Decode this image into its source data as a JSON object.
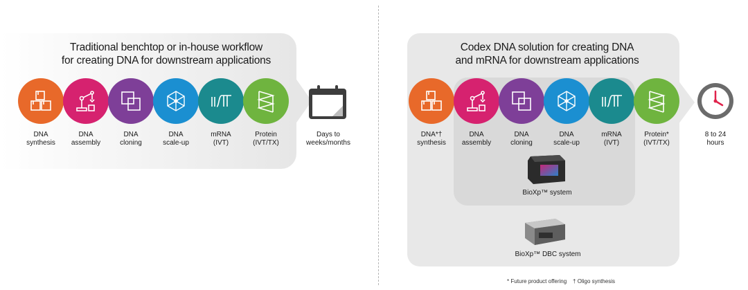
{
  "left": {
    "title_line1": "Traditional benchtop or in-house workflow",
    "title_line2": "for creating DNA for downstream applications",
    "steps": [
      {
        "line1": "DNA",
        "line2": "synthesis",
        "color": "#e8692a",
        "icon": "boxes-icon"
      },
      {
        "line1": "DNA",
        "line2": "assembly",
        "color": "#d6226f",
        "icon": "robot-arm-icon"
      },
      {
        "line1": "DNA",
        "line2": "cloning",
        "color": "#7e3f98",
        "icon": "overlap-squares-icon"
      },
      {
        "line1": "DNA",
        "line2": "scale-up",
        "color": "#1b8fd1",
        "icon": "network-cube-icon"
      },
      {
        "line1": "mRNA",
        "line2": "(IVT)",
        "color": "#1b8a8e",
        "icon": "mrna-wave-icon"
      },
      {
        "line1": "Protein",
        "line2": "(IVT/TX)",
        "color": "#6fb43f",
        "icon": "helix-icon"
      }
    ],
    "end_line1": "Days to",
    "end_line2": "weeks/months"
  },
  "right": {
    "title_line1": "Codex DNA solution for creating DNA",
    "title_line2": "and mRNA for downstream applications",
    "steps": [
      {
        "line1": "DNA*†",
        "line2": "synthesis",
        "color": "#e8692a",
        "icon": "boxes-icon"
      },
      {
        "line1": "DNA",
        "line2": "assembly",
        "color": "#d6226f",
        "icon": "robot-arm-icon"
      },
      {
        "line1": "DNA",
        "line2": "cloning",
        "color": "#7e3f98",
        "icon": "overlap-squares-icon"
      },
      {
        "line1": "DNA",
        "line2": "scale-up",
        "color": "#1b8fd1",
        "icon": "network-cube-icon"
      },
      {
        "line1": "mRNA",
        "line2": "(IVT)",
        "color": "#1b8a8e",
        "icon": "mrna-wave-icon"
      },
      {
        "line1": "Protein*",
        "line2": "(IVT/TX)",
        "color": "#6fb43f",
        "icon": "helix-icon"
      }
    ],
    "end_line1": "8 to 24",
    "end_line2": "hours",
    "device1_label": "BioXp™ system",
    "device2_label": "BioXp™ DBC system",
    "footnote": "* Future product offering    † Oligo synthesis"
  }
}
